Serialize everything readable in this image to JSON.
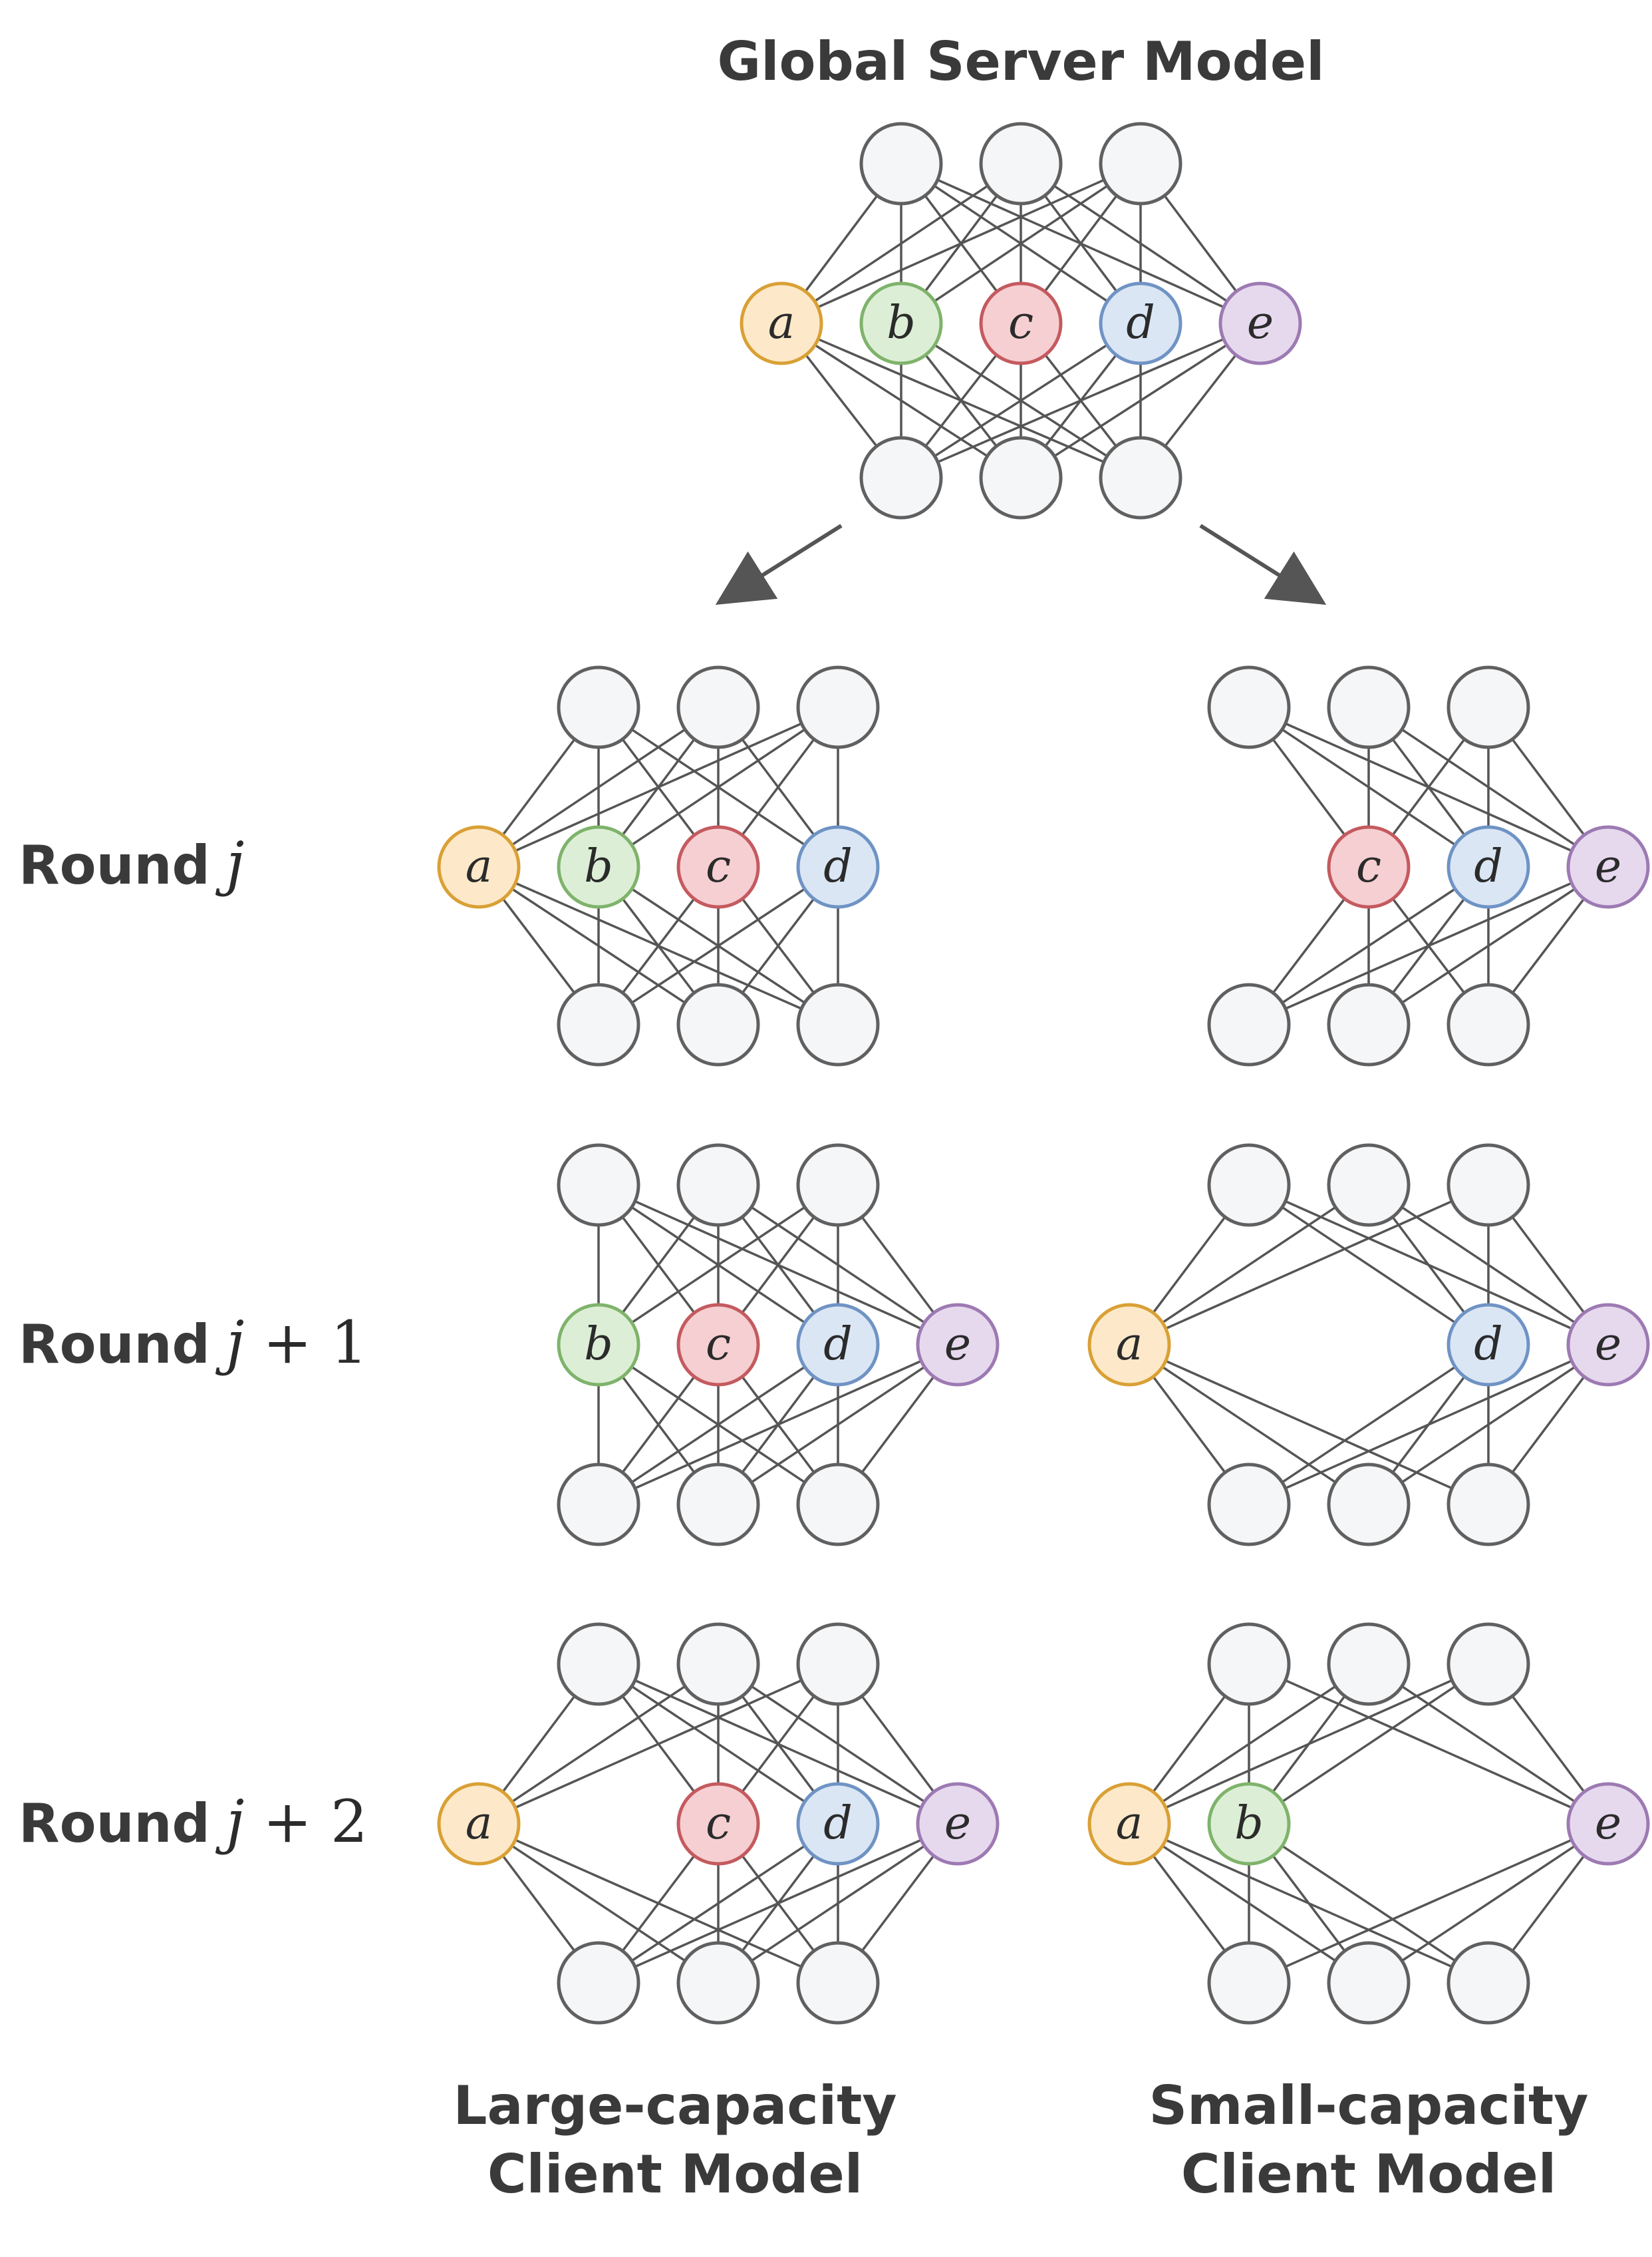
{
  "title": "Global Server Model",
  "rounds": [
    {
      "word": "Round",
      "var": "j",
      "suffix": ""
    },
    {
      "word": "Round",
      "var": "j",
      "suffix": " + 1"
    },
    {
      "word": "Round",
      "var": "j",
      "suffix": " + 2"
    }
  ],
  "client_labels": {
    "large": [
      "Large-capacity",
      "Client Model"
    ],
    "small": [
      "Small-capacity",
      "Client Model"
    ]
  },
  "neuron_labels": [
    "a",
    "b",
    "c",
    "d",
    "e"
  ],
  "colors": {
    "plain_fill": "#f5f6f8",
    "plain_stroke": "#606060",
    "edge": "#555555",
    "arrow": "#555555",
    "neurons": {
      "a": {
        "fill": "#fde9c9",
        "stroke": "#d9a035"
      },
      "b": {
        "fill": "#dcefd6",
        "stroke": "#7fb36b"
      },
      "c": {
        "fill": "#f6cfd2",
        "stroke": "#c45a5f"
      },
      "d": {
        "fill": "#dbe6f5",
        "stroke": "#6f93c4"
      },
      "e": {
        "fill": "#e6d9ee",
        "stroke": "#9d7ab3"
      }
    }
  },
  "networks": [
    {
      "id": "server",
      "active": [
        "a",
        "b",
        "c",
        "d",
        "e"
      ]
    },
    {
      "id": "large-round-j",
      "active": [
        "a",
        "b",
        "c",
        "d"
      ]
    },
    {
      "id": "small-round-j",
      "active": [
        "c",
        "d",
        "e"
      ]
    },
    {
      "id": "large-round-j1",
      "active": [
        "b",
        "c",
        "d",
        "e"
      ]
    },
    {
      "id": "small-round-j1",
      "active": [
        "a",
        "d",
        "e"
      ]
    },
    {
      "id": "large-round-j2",
      "active": [
        "a",
        "c",
        "d",
        "e"
      ]
    },
    {
      "id": "small-round-j2",
      "active": [
        "a",
        "b",
        "e"
      ]
    }
  ]
}
